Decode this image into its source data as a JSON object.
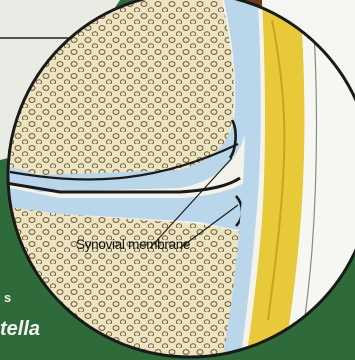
{
  "labels": {
    "synovial": "Synovial membrane",
    "fragment_tella": "tella",
    "fragment_s": "s"
  },
  "colors": {
    "background_green": "#2f6b3a",
    "paper": "#f4f3ea",
    "bone": "#ece4c4",
    "cartilage": "#b9d6ea",
    "fat": "#e7c93a",
    "outline": "#1a1a1a"
  }
}
